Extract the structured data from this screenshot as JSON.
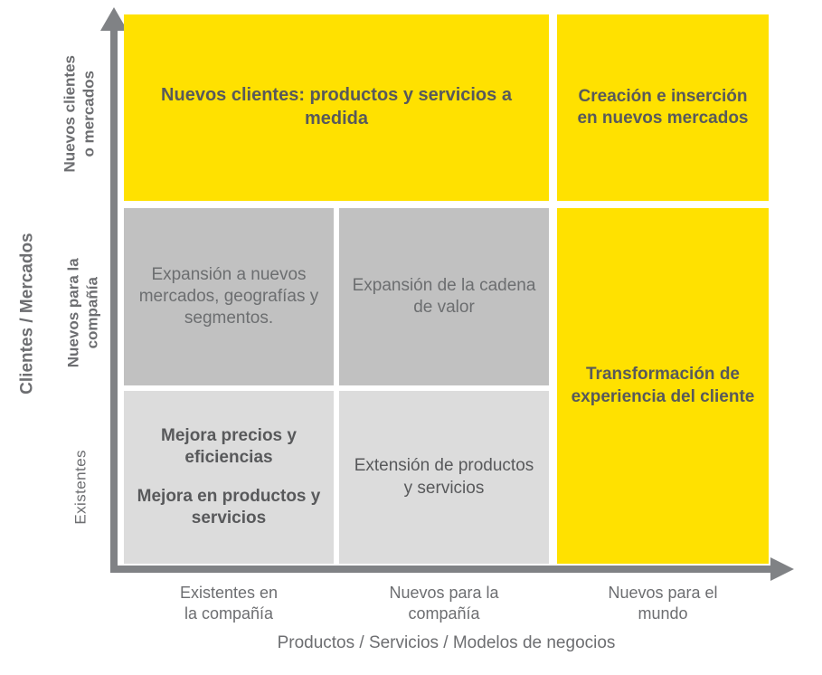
{
  "chart_data": {
    "type": "table",
    "title": "",
    "xlabel": "Productos / Servicios / Modelos de negocios",
    "ylabel": "Clientes / Mercados",
    "x_categories": [
      "Existentes en\nla compañía",
      "Nuevos para la\ncompañía",
      "Nuevos para el\nmundo"
    ],
    "y_categories": [
      "Existentes",
      "Nuevos para la\ncompañía",
      "Nuevos clientes\no mercados"
    ],
    "colors": {
      "accent_yellow": "#ffe100",
      "gray_medium": "#c1c1c1",
      "gray_light": "#dcdcdc",
      "axis_gray": "#808285",
      "text_gray": "#6d6e71"
    },
    "cells": [
      {
        "row": "Nuevos clientes o mercados",
        "col_span": [
          "Existentes en la compañía",
          "Nuevos para la compañía"
        ],
        "label": "Nuevos clientes: productos y servicios a medida",
        "color": "#ffe100"
      },
      {
        "row": "Nuevos clientes o mercados",
        "col_span": [
          "Nuevos para el mundo"
        ],
        "label": "Creación e inserción en nuevos mercados",
        "color": "#ffe100"
      },
      {
        "row": "Nuevos para la compañía",
        "col_span": [
          "Existentes en la compañía"
        ],
        "label": "Expansión a nuevos mercados, geografías y segmentos.",
        "color": "#c1c1c1"
      },
      {
        "row": "Nuevos para la compañía",
        "col_span": [
          "Nuevos para la compañía"
        ],
        "label": "Expansión de la cadena de valor",
        "color": "#c1c1c1"
      },
      {
        "row": "Nuevos para la compañía / Existentes",
        "col_span": [
          "Nuevos para el mundo"
        ],
        "label": "Transformación de experiencia del cliente",
        "color": "#ffe100"
      },
      {
        "row": "Existentes",
        "col_span": [
          "Existentes en la compañía"
        ],
        "label": "Mejora precios y eficiencias | Mejora en productos y servicios",
        "color": "#dcdcdc"
      },
      {
        "row": "Existentes",
        "col_span": [
          "Nuevos para la compañía"
        ],
        "label": "Extensión de productos y servicios",
        "color": "#dcdcdc"
      }
    ]
  },
  "matrix": {
    "y_axis_title": "Clientes / Mercados",
    "x_axis_title": "Productos / Servicios / Modelos de negocios",
    "y_ticks": {
      "top": "Nuevos clientes\no mercados",
      "middle": "Nuevos para la\ncompañía",
      "bottom": "Existentes"
    },
    "x_ticks": {
      "left": "Existentes en\nla compañía",
      "center": "Nuevos para la\ncompañía",
      "right": "Nuevos para el\nmundo"
    },
    "cells": {
      "top_left": "Nuevos clientes: productos y servicios a medida",
      "top_right": "Creación e inserción\nen nuevos mercados",
      "mid_left": "Expansión a nuevos mercados, geografías y segmentos.",
      "mid_center": "Expansión de la cadena de valor",
      "right_tall": "Transformación de\nexperiencia del cliente",
      "bot_left_line1": "Mejora precios y eficiencias",
      "bot_left_line2": "Mejora en productos y servicios",
      "bot_center": "Extensión de productos y servicios"
    }
  }
}
